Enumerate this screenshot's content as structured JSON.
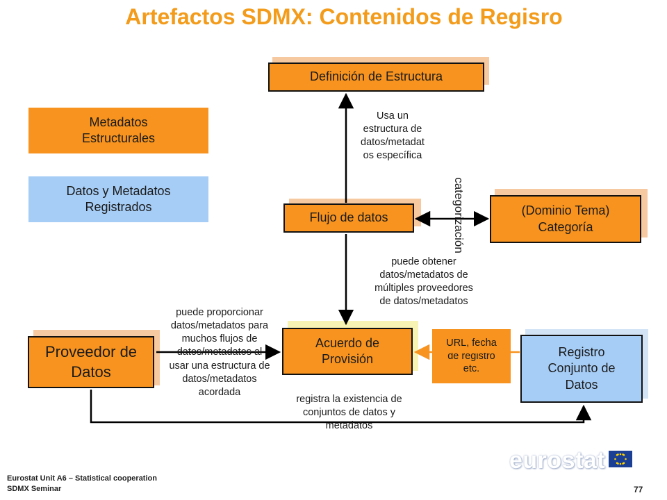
{
  "title": "Artefactos SDMX: Contenidos de Regisro",
  "legend": {
    "structural": "Metadatos\nEstructurales",
    "registered": "Datos y Metadatos\nRegistrados"
  },
  "nodes": {
    "structure_definition": "Definición de Estructura",
    "dataflow": "Flujo de datos",
    "category": "(Dominio Tema)\nCategoría",
    "provision_agreement": "Acuerdo de\nProvisión",
    "data_provider": "Proveedor de\nDatos",
    "dataset_registration": "Registro\nConjunto de\nDatos",
    "url_note": "URL, fecha\nde registro\netc."
  },
  "labels": {
    "uses_structure": "Usa un\nestructura de\ndatos/metadat\nos específica",
    "categorization": "categorización",
    "multiple_providers": "puede obtener\ndatos/metadatos de\nmúltiples proveedores\nde datos/metadatos",
    "provider_provides": "puede proporcionar\ndatos/metadatos para\nmuchos flujos de\ndatos/metadatos al\nusar una estructura de\ndatos/metadatos\nacordada",
    "registers_existence": "registra la existencia de\nconjuntos de datos y\nmetadatos"
  },
  "footer": {
    "unit": "Eurostat Unit  A6 – Statistical cooperation",
    "seminar": "SDMX Seminar",
    "page": "77",
    "logo": "eurostat"
  },
  "colors": {
    "orange": "#f7931e",
    "blue": "#a6cdf6",
    "title": "#f39b1a",
    "eurostat_blue": "#1b3f94"
  }
}
